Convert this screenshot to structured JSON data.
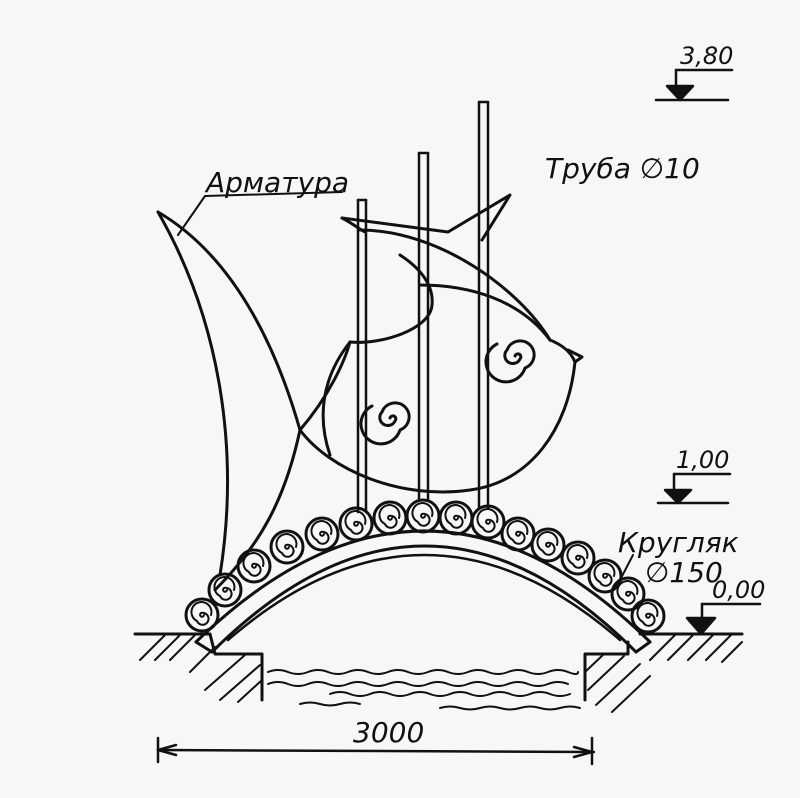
{
  "labels": {
    "armatura": "Арматура",
    "truba": "Труба ∅10",
    "kruglyak_line1": "Кругляк",
    "kruglyak_line2": "∅150",
    "span": "3000"
  },
  "levels": {
    "top": "3,80",
    "middle": "1,00",
    "ground": "0,00"
  },
  "colors": {
    "ink": "#111111",
    "paper": "#f7f7f5"
  }
}
